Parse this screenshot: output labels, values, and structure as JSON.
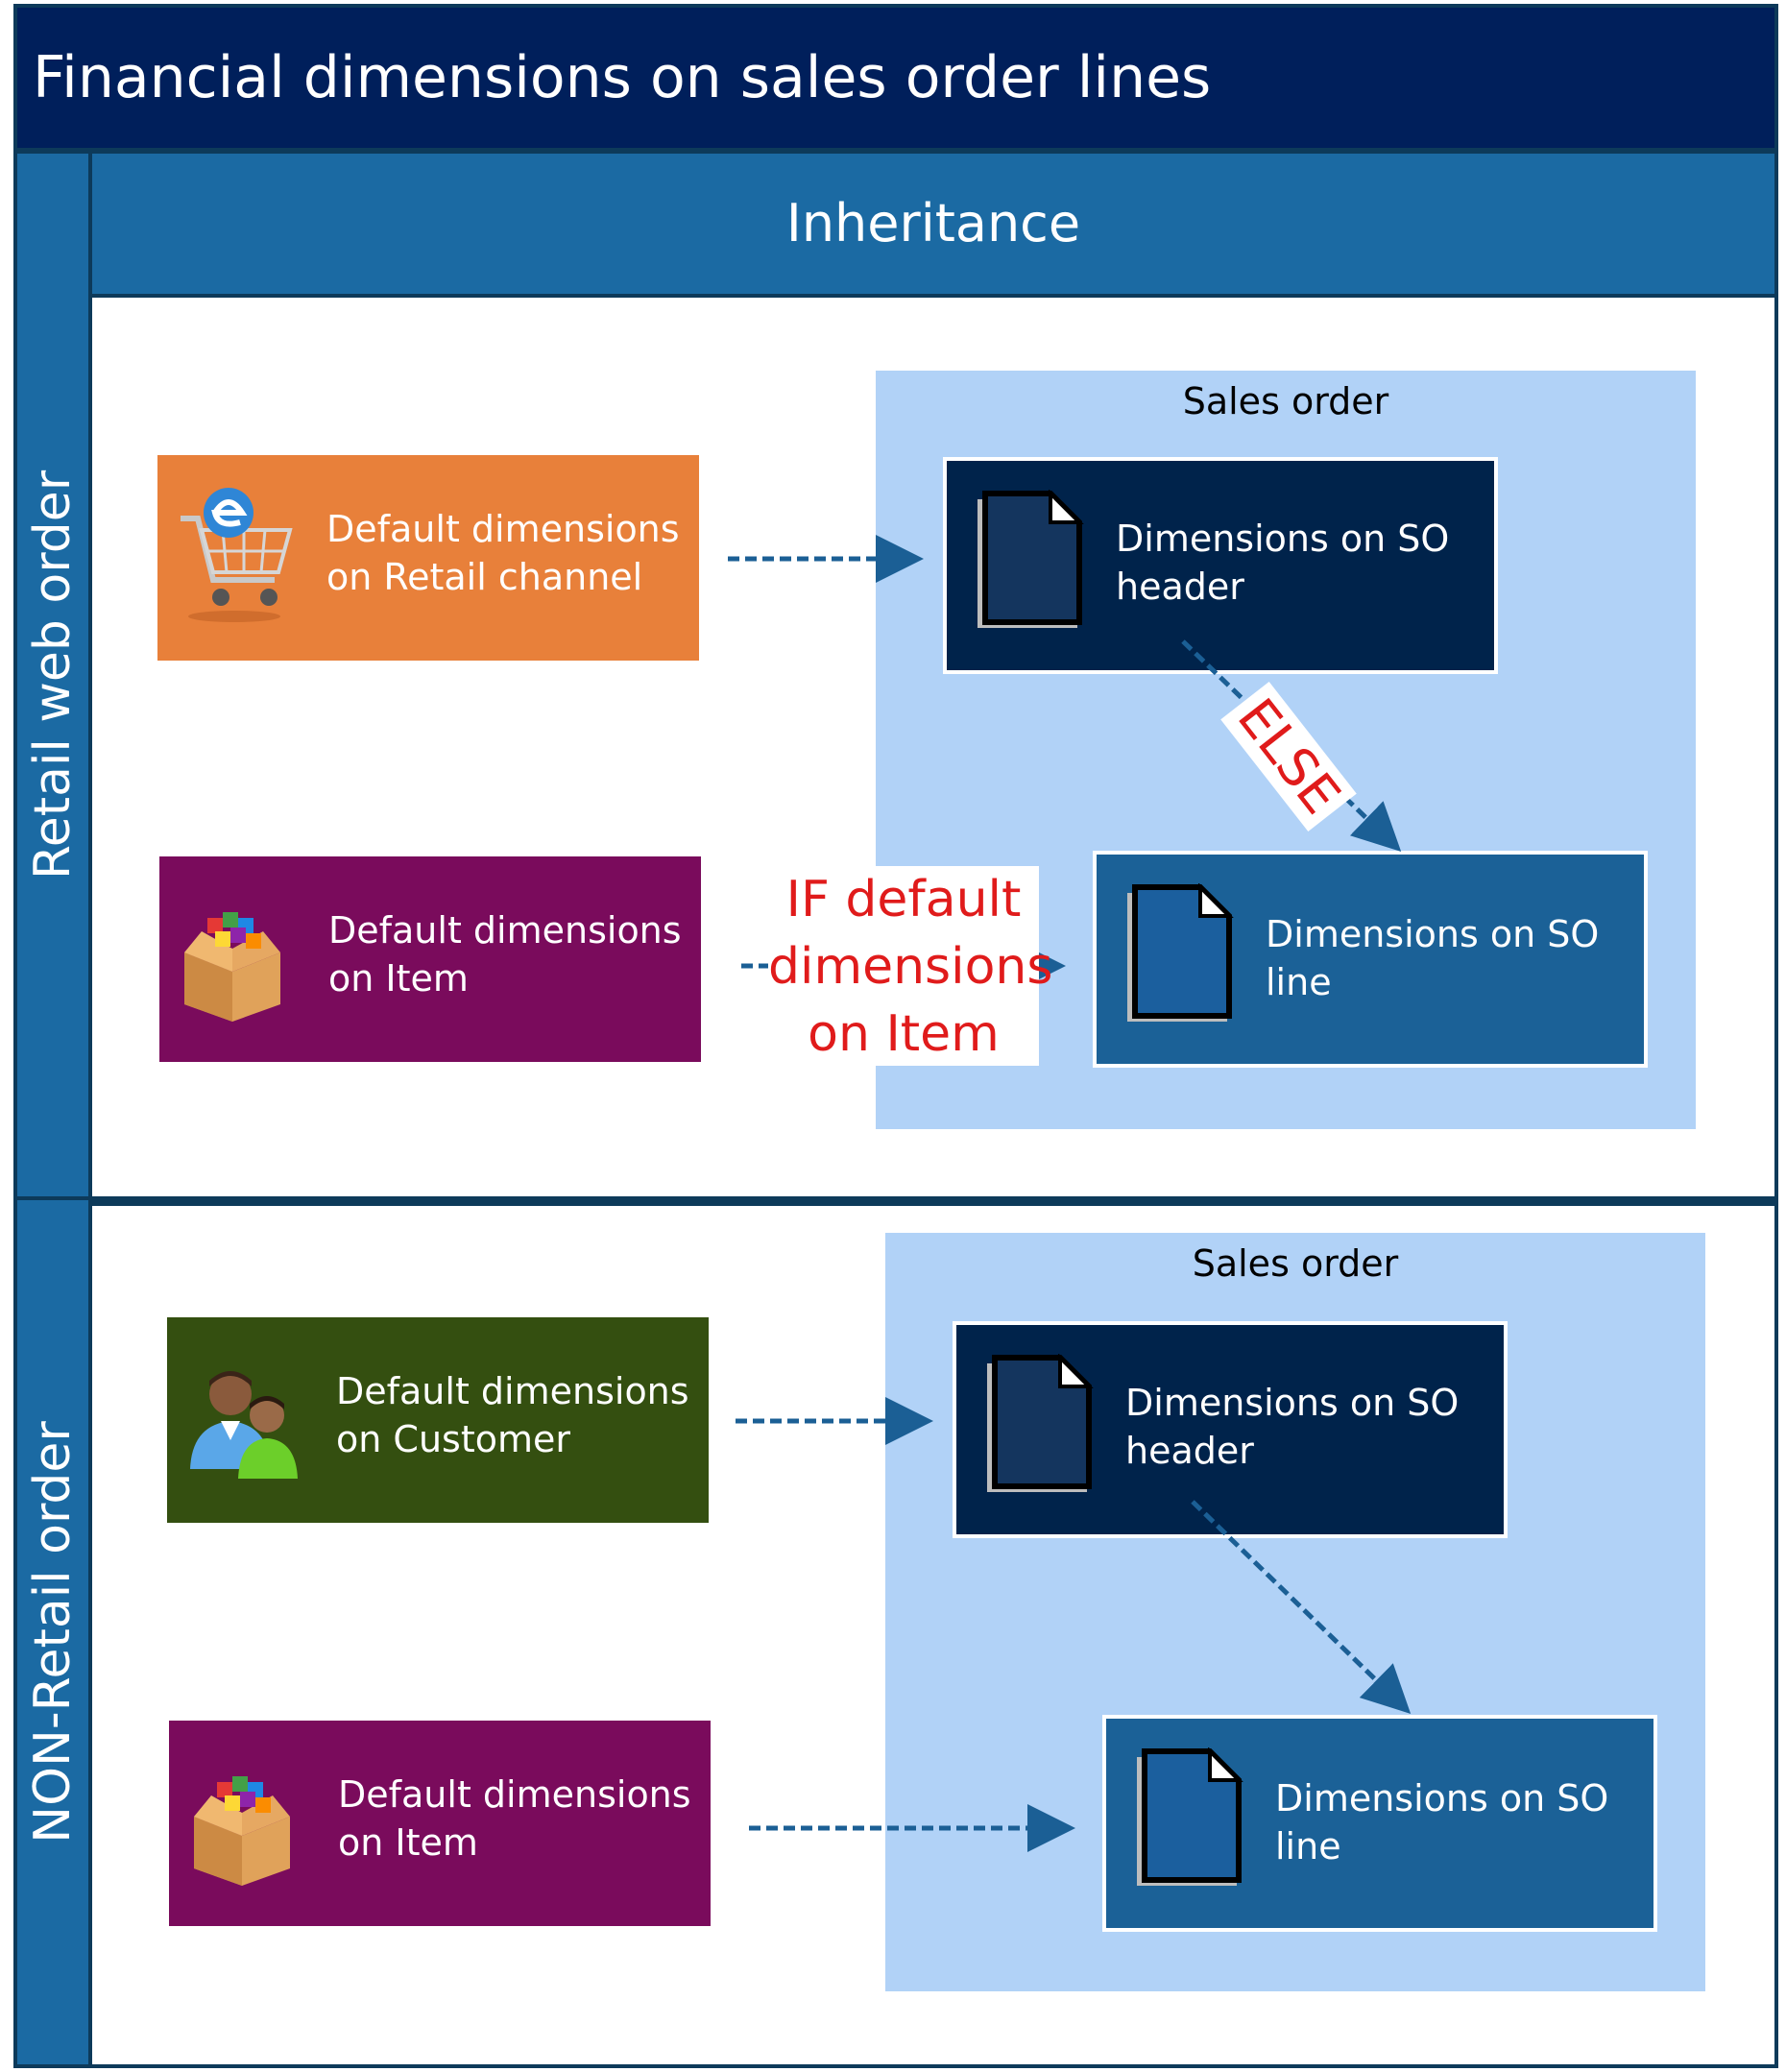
{
  "title": "Financial dimensions on sales order lines",
  "column_header": "Inheritance",
  "lanes": [
    {
      "label": "Retail web order",
      "sources": [
        {
          "text_line1": "Default dimensions",
          "text_line2": "on Retail channel",
          "icon": "shopping-cart-icon",
          "color": "#e8803a"
        },
        {
          "text_line1": "Default dimensions",
          "text_line2": "on Item",
          "icon": "box-icon",
          "color": "#7a0b5c"
        }
      ],
      "sales_order": {
        "title": "Sales order",
        "header_line1": "Dimensions on SO",
        "header_line2": "header",
        "line_line1": "Dimensions on SO",
        "line_line2": "line"
      },
      "condition_line1": "IF default",
      "condition_line2": "dimensions",
      "condition_line3": "on Item",
      "else_label": "ELSE"
    },
    {
      "label": "NON-Retail order",
      "sources": [
        {
          "text_line1": "Default dimensions",
          "text_line2": "on Customer",
          "icon": "customers-icon",
          "color": "#344f10"
        },
        {
          "text_line1": "Default dimensions",
          "text_line2": "on Item",
          "icon": "box-icon",
          "color": "#7a0b5c"
        }
      ],
      "sales_order": {
        "title": "Sales order",
        "header_line1": "Dimensions on SO",
        "header_line2": "header",
        "line_line1": "Dimensions on SO",
        "line_line2": "line"
      }
    }
  ],
  "colors": {
    "title_bar": "#001f5b",
    "column_header": "#1b6aa3",
    "sales_order_region": "#b1d2f7",
    "so_header_box": "#00234b",
    "so_line_box": "#1b6197",
    "connector": "#1b5f95",
    "condition_text": "#e01b1b"
  }
}
